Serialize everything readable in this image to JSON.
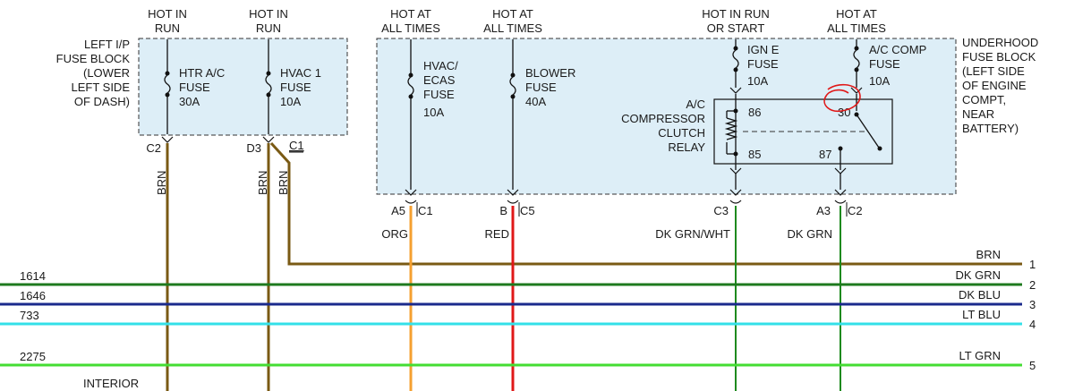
{
  "headers": {
    "htr_hot": [
      "HOT IN",
      "RUN"
    ],
    "hvac1_hot": [
      "HOT IN",
      "RUN"
    ],
    "hvac_ecas_hot": [
      "HOT AT",
      "ALL TIMES"
    ],
    "blower_hot": [
      "HOT AT",
      "ALL TIMES"
    ],
    "igne_hot": [
      "HOT IN RUN",
      "OR START"
    ],
    "accomp_hot": [
      "HOT AT",
      "ALL TIMES"
    ]
  },
  "left_block": {
    "label": [
      "LEFT I/P",
      "FUSE BLOCK",
      "(LOWER",
      "LEFT SIDE",
      "OF DASH)"
    ],
    "fuse_htr": [
      "HTR A/C",
      "FUSE",
      "30A"
    ],
    "fuse_hvac1": [
      "HVAC 1",
      "FUSE",
      "10A"
    ],
    "conn_c2": "C2",
    "conn_d3": "D3",
    "conn_c1": "C1"
  },
  "right_block": {
    "label": [
      "UNDERHOOD",
      "FUSE BLOCK",
      "(LEFT SIDE",
      "OF ENGINE",
      "COMPT,",
      "NEAR",
      "BATTERY)"
    ],
    "fuse_hvac_ecas": [
      "HVAC/",
      "ECAS",
      "FUSE",
      "10A"
    ],
    "fuse_blower": [
      "BLOWER",
      "FUSE",
      "40A"
    ],
    "fuse_igne": [
      "IGN E",
      "FUSE",
      "10A"
    ],
    "fuse_accomp": [
      "A/C COMP",
      "FUSE",
      "10A"
    ],
    "relay_label": [
      "A/C",
      "COMPRESSOR",
      "CLUTCH",
      "RELAY"
    ],
    "pin_86": "86",
    "pin_85": "85",
    "pin_30": "30",
    "pin_87": "87"
  },
  "connectors": {
    "a5": "A5",
    "c1": "C1",
    "b": "B",
    "c5": "C5",
    "c3": "C3",
    "a3": "A3",
    "c2": "C2"
  },
  "wire_colors_text": {
    "brn1": "BRN",
    "brn2": "BRN",
    "brn3": "BRN",
    "org": "ORG",
    "red": "RED",
    "dkgrnwht": "DK GRN/WHT",
    "dkgrn": "DK GRN"
  },
  "bus": [
    {
      "circuit": "",
      "label": "BRN",
      "num": "1",
      "color": "#7a5a14"
    },
    {
      "circuit": "1614",
      "label": "DK GRN",
      "num": "2",
      "color": "#1e7a1e"
    },
    {
      "circuit": "1646",
      "label": "DK BLU",
      "num": "3",
      "color": "#1a2a8c"
    },
    {
      "circuit": "733",
      "label": "LT BLU",
      "num": "4",
      "color": "#33e0e8"
    },
    {
      "circuit": "2275",
      "label": "LT GRN",
      "num": "5",
      "color": "#44dd33"
    }
  ],
  "interior": "INTERIOR",
  "colors": {
    "brn": "#7a5a14",
    "org": "#f5a030",
    "red": "#e01818",
    "dkgrn": "#1e8a1e",
    "box": "#ddeef7",
    "annotation": "#e01818"
  }
}
